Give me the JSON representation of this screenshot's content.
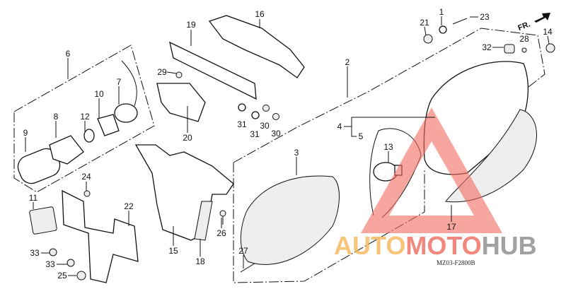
{
  "callouts": [
    "16",
    "19",
    "6",
    "7",
    "10",
    "12",
    "8",
    "9",
    "29",
    "20",
    "31",
    "31",
    "30",
    "30",
    "24",
    "11",
    "22",
    "33",
    "33",
    "25",
    "15",
    "18",
    "26",
    "27",
    "1",
    "23",
    "21",
    "14",
    "28",
    "32",
    "2",
    "4",
    "5",
    "13",
    "3",
    "17"
  ],
  "direction_label": "FR.",
  "diagram_code": "MZ03-F2800B",
  "watermark": {
    "part1": "AUTO",
    "part2": "MOTO",
    "part3": "HUB",
    "color1": "#f5b75a",
    "color2": "#f06a5e",
    "color3": "#8a8a8a",
    "triangle_color": "#f06a5e"
  }
}
